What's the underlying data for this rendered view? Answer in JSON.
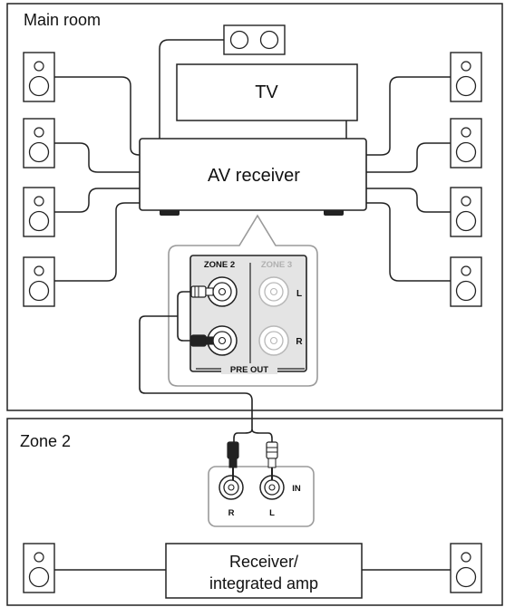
{
  "main_room": {
    "title": "Main room",
    "tv_label": "TV",
    "av_receiver_label": "AV receiver",
    "pre_out": {
      "zone2_label": "ZONE 2",
      "zone3_label": "ZONE 3",
      "left_label": "L",
      "right_label": "R",
      "section_label": "PRE OUT"
    }
  },
  "zone2": {
    "title": "Zone 2",
    "input": {
      "in_label": "IN",
      "right_label": "R",
      "left_label": "L"
    },
    "receiver_label_line1": "Receiver/",
    "receiver_label_line2": "integrated amp"
  },
  "colors": {
    "line": "#222222",
    "panel_gray": "#9a9a9a",
    "dim_jack": "#b8b8b8",
    "background": "#ffffff"
  }
}
